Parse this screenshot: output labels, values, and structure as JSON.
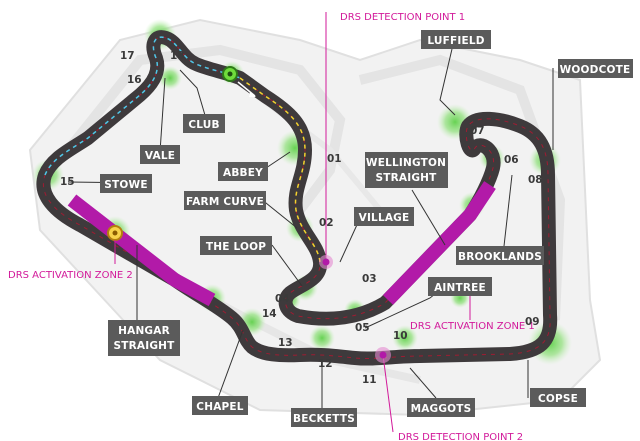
{
  "colors": {
    "track": "#3e3a3c",
    "kerb": "#c8102e",
    "drs_zone": "#b21aa8",
    "drs_text": "#d21a9a",
    "corner_glow": "#78d95a",
    "label_box": "#5b5b5b",
    "centerline_yellow": "#f2d22e",
    "centerline_cyan": "#4fc7e8",
    "background_shadow": "#ebebeb"
  },
  "corner_labels": {
    "luffield": "LUFFIELD",
    "woodcote": "WOODCOTE",
    "club": "CLUB",
    "vale": "VALE",
    "abbey": "ABBEY",
    "stowe": "STOWE",
    "farm_curve": "FARM CURVE",
    "wellington_1": "WELLINGTON",
    "wellington_2": "STRAIGHT",
    "village": "VILLAGE",
    "the_loop": "THE LOOP",
    "brooklands": "BROOKLANDS",
    "aintree": "AINTREE",
    "hangar_1": "HANGAR",
    "hangar_2": "STRAIGHT",
    "chapel": "CHAPEL",
    "becketts": "BECKETTS",
    "maggots": "MAGGOTS",
    "copse": "COPSE"
  },
  "drs": {
    "detection_1": "DRS DETECTION POINT 1",
    "detection_2": "DRS DETECTION POINT 2",
    "activation_1": "DRS ACTIVATION ZONE 1",
    "activation_2": "DRS ACTIVATION ZONE 2"
  },
  "turn_numbers": {
    "t01": "01",
    "t02": "02",
    "t03": "03",
    "t04": "04",
    "t05": "05",
    "t06": "06",
    "t07": "07",
    "t08": "08",
    "t09": "09",
    "t10": "10",
    "t11": "11",
    "t12": "12",
    "t13": "13",
    "t14": "14",
    "t15": "15",
    "t16": "16",
    "t17": "17",
    "t18": "18"
  }
}
